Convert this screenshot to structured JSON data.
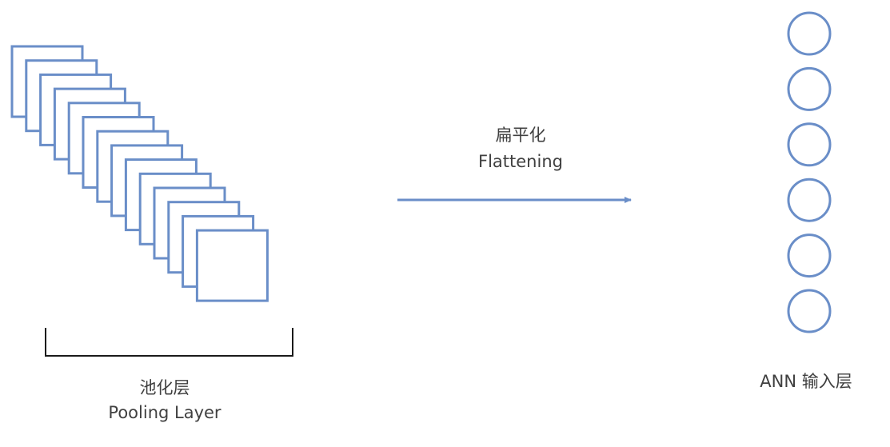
{
  "pooling_layer": {
    "label_zh": "池化层",
    "label_en": "Pooling Layer",
    "feature_map_count": 14
  },
  "flattening": {
    "label_zh": "扁平化",
    "label_en": "Flattening"
  },
  "ann_input_layer": {
    "label": "ANN 输入层",
    "neuron_count": 6
  },
  "colors": {
    "shape_stroke": "#6a8ec8",
    "bracket": "#1a1a1a",
    "text": "#404040"
  }
}
